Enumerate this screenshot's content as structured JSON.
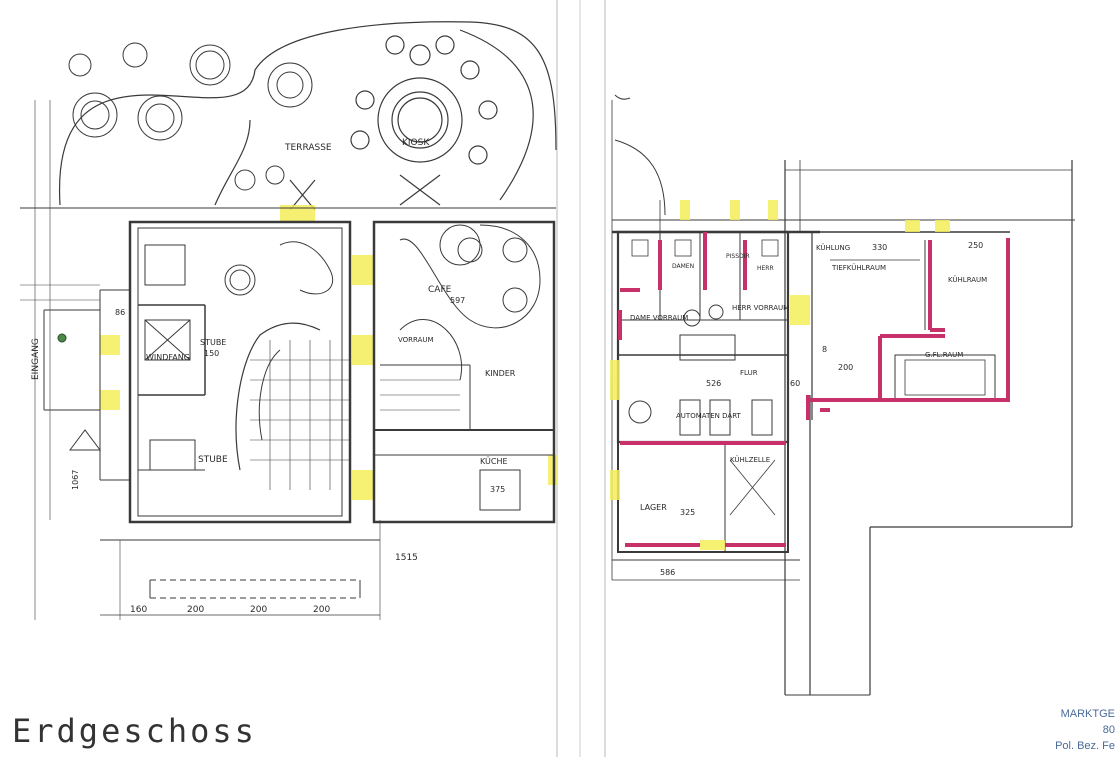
{
  "page_title": "Erdgeschoss",
  "stamp": {
    "line1": "MARKTGE",
    "line2": "80",
    "line3": "Pol. Bez. Fe"
  },
  "rooms": {
    "terrasse": "TERRASSE",
    "kiosk": "KIOSK",
    "stuben_top": "STUBE",
    "stube": "STUBE",
    "windfang": "WINDFANG",
    "eingang": "EINGANG",
    "cafe": "CAFE",
    "kueche": "KÜCHE",
    "dame_vorraum": "DAME VORRAUM",
    "herr_vorraum": "HERR VORRAUM",
    "kuehlung": "KÜHLUNG",
    "tiefkuehlraum": "TIEFKÜHLRAUM",
    "kuehlraum": "KÜHLRAUM",
    "gflraum": "G.FL.RAUM",
    "lager": "LAGER",
    "kuehlzelle": "KÜHLZELLE",
    "automaten_dart": "AUTOMATEN DART",
    "flur": "FLUR",
    "kinder": "KINDER",
    "vorraum": "VORRAUM",
    "pissoir": "PISSOIR",
    "herr": "HERR",
    "damen": "DAMEN"
  },
  "dimensions": {
    "d1515": "1515",
    "d160": "160",
    "d200a": "200",
    "d200b": "200",
    "d200c": "200",
    "d526": "526",
    "d325": "325",
    "d375": "375",
    "d250": "250",
    "d330": "330",
    "d597": "597",
    "d200k": "200",
    "d586": "586",
    "d150": "150",
    "d1067": "1067",
    "d8": "8",
    "d86": "86",
    "d60": "60"
  },
  "colors": {
    "line": "#3a3a3a",
    "red_wall": "#c8306a",
    "yellow": "#f5ee5a"
  }
}
